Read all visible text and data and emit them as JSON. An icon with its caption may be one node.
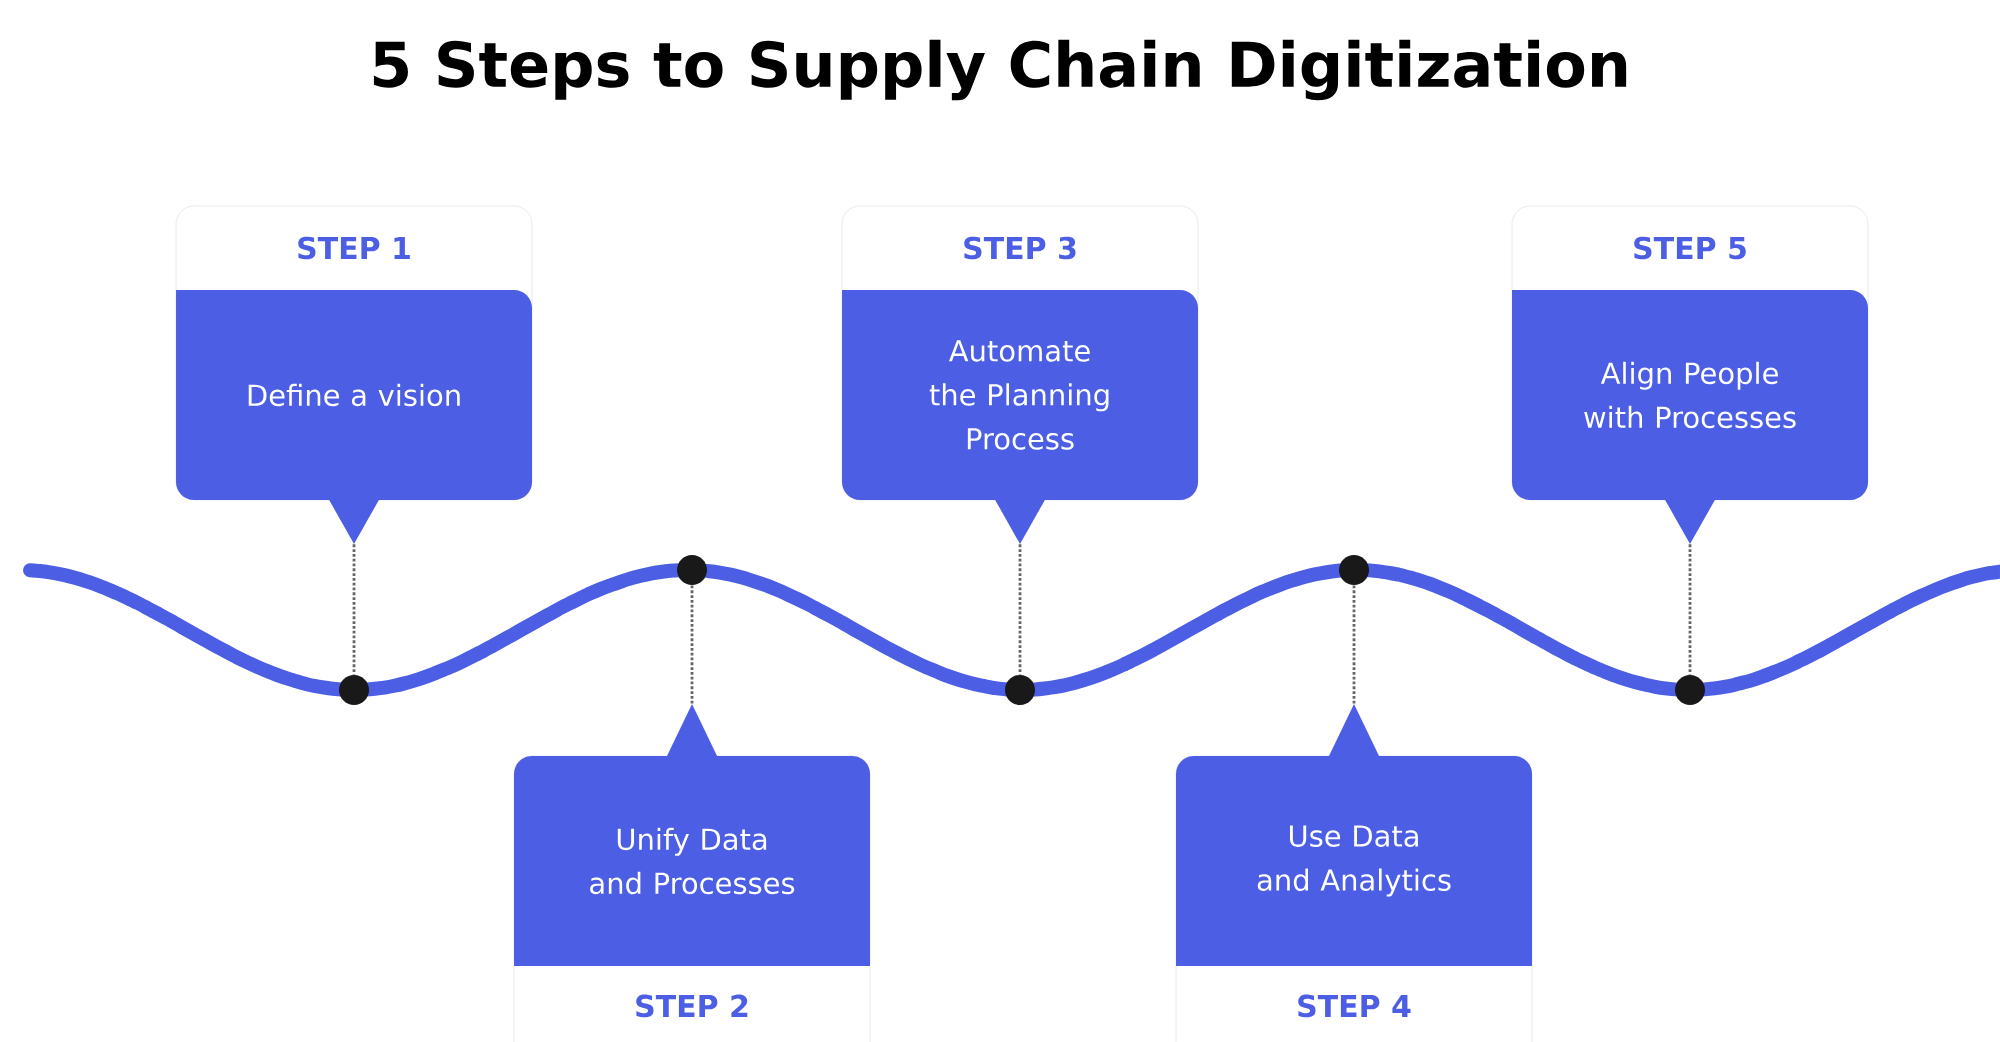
{
  "diagram": {
    "title": "5 Steps to Supply Chain Digitization",
    "nodes": [
      {
        "text": [
          "STEP 1",
          "Define a vision"
        ]
      },
      {
        "text": [
          "Unify Data and Processes",
          "STEP 2"
        ]
      },
      {
        "text": [
          "STEP 3",
          "Automate the Planning Process"
        ]
      },
      {
        "text": [
          "Use Data and Analytics",
          "STEP 4"
        ]
      },
      {
        "text": [
          "STEP 5",
          "Align People with Processes"
        ]
      },
      {
        "text": [],
        "shape": "circle"
      },
      {
        "text": [],
        "shape": "circle"
      },
      {
        "text": [],
        "shape": "circle"
      },
      {
        "text": [],
        "shape": "circle"
      },
      {
        "text": [],
        "shape": "circle"
      }
    ],
    "edges": [
      {
        "from": 0,
        "to": 5,
        "arrow": "none",
        "style": "dashed"
      },
      {
        "from": 1,
        "to": 6,
        "arrow": "none",
        "style": "dashed"
      },
      {
        "from": 2,
        "to": 7,
        "arrow": "none",
        "style": "dashed"
      },
      {
        "from": 3,
        "to": 8,
        "arrow": "none",
        "style": "dashed"
      },
      {
        "from": 4,
        "to": 9,
        "arrow": "none",
        "style": "dashed"
      }
    ]
  }
}
